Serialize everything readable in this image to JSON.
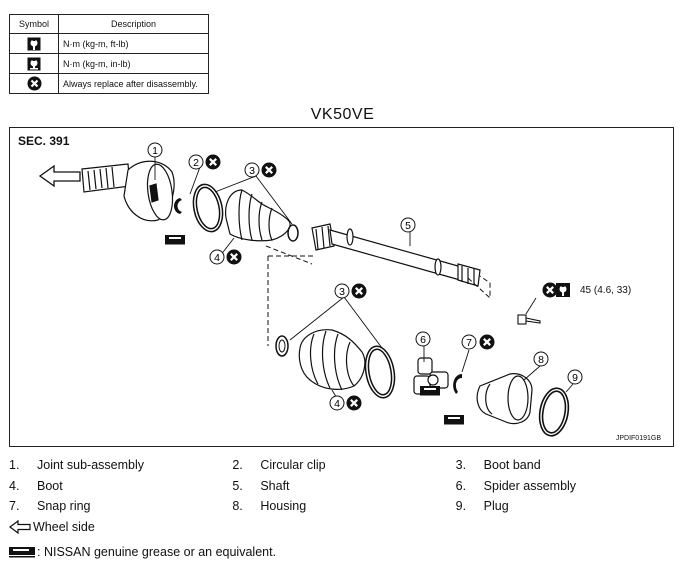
{
  "symbol_table": {
    "header_symbol": "Symbol",
    "header_description": "Description",
    "rows": [
      {
        "icon": "torque-wrench-icon",
        "description": "N·m (kg-m, ft-lb)"
      },
      {
        "icon": "torque-wrench-inlb-icon",
        "description": "N·m (kg-m, in-lb)"
      },
      {
        "icon": "always-replace-icon",
        "description": "Always replace after disassembly."
      }
    ]
  },
  "variant_title": "VK50VE",
  "diagram": {
    "section": "SEC. 391",
    "figure_code": "JPDIF0191GB",
    "torque_value": "45 (4.6, 33)",
    "callouts": [
      "1",
      "2",
      "3",
      "3",
      "4",
      "4",
      "5",
      "6",
      "7",
      "8",
      "9"
    ]
  },
  "parts": [
    {
      "number": "1.",
      "name": "Joint sub-assembly"
    },
    {
      "number": "2.",
      "name": "Circular clip"
    },
    {
      "number": "3.",
      "name": "Boot band"
    },
    {
      "number": "4.",
      "name": "Boot"
    },
    {
      "number": "5.",
      "name": "Shaft"
    },
    {
      "number": "6.",
      "name": "Spider assembly"
    },
    {
      "number": "7.",
      "name": "Snap ring"
    },
    {
      "number": "8.",
      "name": "Housing"
    },
    {
      "number": "9.",
      "name": "Plug"
    }
  ],
  "notes": {
    "wheel_side": "Wheel side",
    "grease": ": NISSAN genuine grease or an equivalent."
  }
}
